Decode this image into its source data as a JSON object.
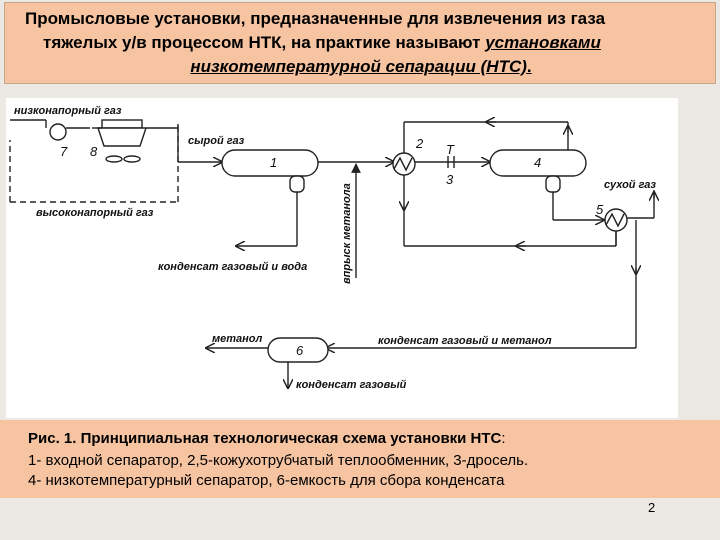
{
  "title": {
    "line1": "Промысловые установки, предназначенные для извлечения из газа",
    "line2_prefix": "тяжелых у/в процессом НТК, на практике называют ",
    "line2_emph": "установками",
    "line3": "низкотемпературной сепарации (НТС)",
    "line3_suffix": "."
  },
  "diagram": {
    "labels": {
      "low_pressure_gas": "низконапорный газ",
      "raw_gas": "сырой газ",
      "high_pressure_gas": "высоконапорный газ",
      "condensate_water": "конденсат газовый и вода",
      "methanol_injection": "впрыск метанола",
      "dry_gas": "сухой газ",
      "condensate_methanol": "конденсат газовый и метанол",
      "methanol": "метанол",
      "gas_condensate": "конденсат газовый",
      "t_mark": "T"
    },
    "numbers": {
      "n1": "1",
      "n2": "2",
      "n3": "3",
      "n4": "4",
      "n5": "5",
      "n6": "6",
      "n7": "7",
      "n8": "8"
    }
  },
  "caption": {
    "title": "Рис. 1. Принципиальная технологическая схема установки НТС",
    "colon": ":",
    "line2": "1- входной сепаратор, 2,5-кожухотрубчатый теплообменник, 3-дросель.",
    "line3": "4- низкотемпературный сепаратор, 6-емкость для сбора конденсата"
  },
  "page_number": "2"
}
